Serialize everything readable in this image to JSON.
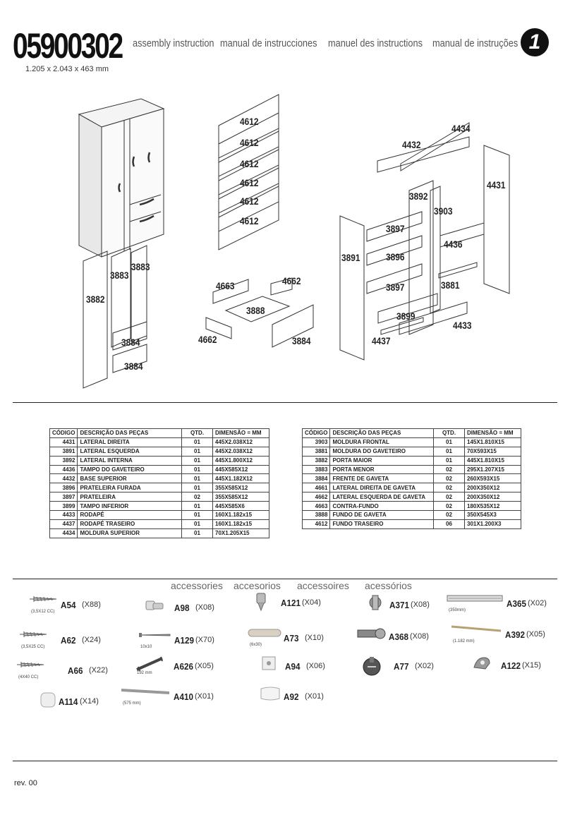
{
  "header": {
    "code": "05900302",
    "dimensions": "1.205 x 2.043 x 463 mm",
    "languages": [
      "assembly instruction",
      "manual de instrucciones",
      "manuel des instructions",
      "manual de instruções"
    ],
    "page_badge": "1"
  },
  "parts_labels": {
    "p4612": "4612",
    "p4434": "4434",
    "p4432": "4432",
    "p4431": "4431",
    "p3892": "3892",
    "p3903": "3903",
    "p3897": "3897",
    "p3896": "3896",
    "p3891": "3891",
    "p4436": "4436",
    "p3881": "3881",
    "p3899": "3899",
    "p4433": "4433",
    "p4437": "4437",
    "p3883": "3883",
    "p3882": "3882",
    "p3884": "3884",
    "p4663": "4663",
    "p4662": "4662",
    "p3888": "3888"
  },
  "table_headers": [
    "CÓDIGO",
    "DESCRIÇÃO DAS PEÇAS",
    "QTD.",
    "DIMENSÃO = MM"
  ],
  "table_left": [
    [
      "4431",
      "LATERAL DIREITA",
      "01",
      "445X2.038X12"
    ],
    [
      "3891",
      "LATERAL ESQUERDA",
      "01",
      "445X2.038X12"
    ],
    [
      "3892",
      "LATERAL INTERNA",
      "01",
      "445X1.800X12"
    ],
    [
      "4436",
      "TAMPO DO GAVETEIRO",
      "01",
      "445X585X12"
    ],
    [
      "4432",
      "BASE SUPERIOR",
      "01",
      "445X1.182X12"
    ],
    [
      "3896",
      "PRATELEIRA FURADA",
      "01",
      "355X585X12"
    ],
    [
      "3897",
      "PRATELEIRA",
      "02",
      "355X585X12"
    ],
    [
      "3899",
      "TAMPO INFERIOR",
      "01",
      "445X585X6"
    ],
    [
      "4433",
      "RODAPÉ",
      "01",
      "160X1.182x15"
    ],
    [
      "4437",
      "RODAPÉ TRASEIRO",
      "01",
      "160X1.182x15"
    ],
    [
      "4434",
      "MOLDURA SUPERIOR",
      "01",
      "70X1.205X15"
    ]
  ],
  "table_right": [
    [
      "3903",
      "MOLDURA FRONTAL",
      "01",
      "145X1.810X15"
    ],
    [
      "3881",
      "MOLDURA DO GAVETEIRO",
      "01",
      "70X593X15"
    ],
    [
      "3882",
      "PORTA MAIOR",
      "01",
      "445X1.810X15"
    ],
    [
      "3883",
      "PORTA MENOR",
      "02",
      "295X1.207X15"
    ],
    [
      "3884",
      "FRENTE DE GAVETA",
      "02",
      "260X593X15"
    ],
    [
      "4661",
      "LATERAL DIREITA DE GAVETA",
      "02",
      "200X350X12"
    ],
    [
      "4662",
      "LATERAL ESQUERDA DE GAVETA",
      "02",
      "200X350X12"
    ],
    [
      "4663",
      "CONTRA-FUNDO",
      "02",
      "180X535X12"
    ],
    [
      "3888",
      "FUNDO DE GAVETA",
      "02",
      "350X545X3"
    ],
    [
      "4612",
      "FUNDO TRASEIRO",
      "06",
      "301X1.200X3"
    ]
  ],
  "accessories_titles": [
    "accessories",
    "accesorios",
    "accessoires",
    "acessórios"
  ],
  "accessories": [
    {
      "code": "A54",
      "qty": "(X88)",
      "note": "(3,5X12 CC)",
      "icon": "screw-icon"
    },
    {
      "code": "A98",
      "qty": "(X08)",
      "note": "",
      "icon": "dowel-connector-icon"
    },
    {
      "code": "A121",
      "qty": "(X04)",
      "note": "",
      "icon": "cam-bolt-icon"
    },
    {
      "code": "A371",
      "qty": "(X08)",
      "note": "",
      "icon": "hinge-icon"
    },
    {
      "code": "A365",
      "qty": "(X02)",
      "note": "(350mm)",
      "icon": "drawer-slide-icon"
    },
    {
      "code": "A62",
      "qty": "(X24)",
      "note": "(3,5X25 CC)",
      "icon": "screw-icon"
    },
    {
      "code": "A129",
      "qty": "(X70)",
      "note": "10x10",
      "icon": "nail-icon"
    },
    {
      "code": "A73",
      "qty": "(X10)",
      "note": "(6x30)",
      "icon": "wood-dowel-icon"
    },
    {
      "code": "A368",
      "qty": "(X08)",
      "note": "",
      "icon": "hinge-plate-icon"
    },
    {
      "code": "A392",
      "qty": "(X05)",
      "note": "(1.182 mm)",
      "icon": "rail-icon"
    },
    {
      "code": "A66",
      "qty": "(X22)",
      "note": "(4X40 CC)",
      "icon": "screw-icon"
    },
    {
      "code": "A626",
      "qty": "(X05)",
      "note": "192 mm",
      "icon": "handle-icon"
    },
    {
      "code": "A94",
      "qty": "(X06)",
      "note": "",
      "icon": "support-plate-icon"
    },
    {
      "code": "A77",
      "qty": "(X02)",
      "note": "",
      "icon": "cam-lock-icon"
    },
    {
      "code": "A122",
      "qty": "(X15)",
      "note": "",
      "icon": "shelf-support-icon"
    },
    {
      "code": "A114",
      "qty": "(X14)",
      "note": "",
      "icon": "cap-icon"
    },
    {
      "code": "A410",
      "qty": "(X01)",
      "note": "(575 mm)",
      "icon": "rod-icon"
    },
    {
      "code": "A92",
      "qty": "(X01)",
      "note": "",
      "icon": "bag-icon"
    }
  ],
  "footer": {
    "revision": "rev. 00"
  }
}
